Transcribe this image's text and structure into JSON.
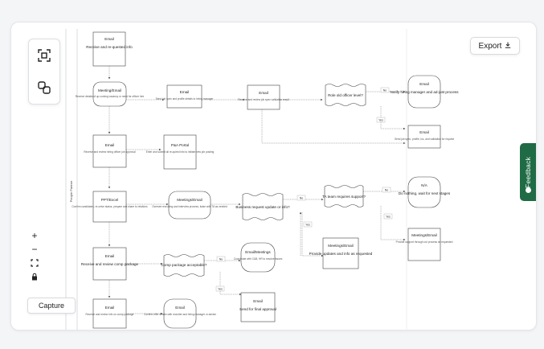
{
  "toolbar": {
    "export_label": "Export",
    "capture_label": "Capture",
    "feedback_label": "Feedback",
    "zoom_in": "+",
    "zoom_out": "−"
  },
  "lane": {
    "label": "People Partner"
  },
  "nodes": [
    {
      "id": "n1",
      "shape": "rect",
      "title": "Email",
      "sub": "Receive and re-quested info"
    },
    {
      "id": "n2",
      "shape": "round",
      "title": "Meeting/Email",
      "sub": "Receive details of up-coming vacancy or need for officer hire"
    },
    {
      "id": "n3",
      "shape": "rect",
      "title": "Email",
      "sub": "Send job spec and profile details to hiring manager"
    },
    {
      "id": "n4",
      "shape": "rect",
      "title": "Email",
      "sub": "Receive and review job spec validation result"
    },
    {
      "id": "n5",
      "shape": "wavy",
      "title": "Role old officer level?",
      "sub": ""
    },
    {
      "id": "n6",
      "shape": "round",
      "title": "Email",
      "sub": "Notify hiring manager and ad-just process"
    },
    {
      "id": "n7",
      "shape": "rect",
      "title": "Email",
      "sub": "Receive and review hiring officer job approval"
    },
    {
      "id": "n8",
      "shape": "rect",
      "title": "P&A Portal",
      "sub": "Enter and submit all re-quired info to initiate new job posting"
    },
    {
      "id": "n9",
      "shape": "rect",
      "title": "Email",
      "sub": "Send job spec, profile, loc, and validation for request"
    },
    {
      "id": "n10",
      "shape": "rect",
      "title": "PPT/Excel",
      "sub": "Confirm candidates, re-ceive status, prepare and share to relations"
    },
    {
      "id": "n11",
      "shape": "round",
      "title": "Meetings/Email",
      "sub": "Oversee recruiting and interview process, liaise with TA as needed"
    },
    {
      "id": "n12",
      "shape": "wavy",
      "title": "Business request update or info?",
      "sub": ""
    },
    {
      "id": "n13",
      "shape": "wavy",
      "title": "TA team requires support?",
      "sub": ""
    },
    {
      "id": "n14",
      "shape": "round",
      "title": "N/A",
      "sub": "Do nothing, wait for next stages"
    },
    {
      "id": "n15",
      "shape": "rect",
      "title": "Meetings/Email",
      "sub": "Provide support through out process as requested"
    },
    {
      "id": "n16",
      "shape": "rect",
      "title": "Meetings/Email",
      "sub": "Provide updates and info as requested"
    },
    {
      "id": "n17",
      "shape": "rect",
      "title": "Email",
      "sub": "Receive and review comp package"
    },
    {
      "id": "n18",
      "shape": "wavy",
      "title": "Comp package acceptable?",
      "sub": ""
    },
    {
      "id": "n19",
      "shape": "round",
      "title": "Email/Meetings",
      "sub": "Coordinate with C&B, HR to resolve issues"
    },
    {
      "id": "n20",
      "shape": "rect",
      "title": "Email",
      "sub": "Send for final approval"
    },
    {
      "id": "n21",
      "shape": "rect",
      "title": "Email",
      "sub": "Receive and review info on comp package"
    },
    {
      "id": "n22",
      "shape": "round",
      "title": "Email",
      "sub": "Confirm offer details with recruiter and hiring manager or advise"
    }
  ],
  "edges": {
    "yes": "Yes",
    "no": "No"
  }
}
